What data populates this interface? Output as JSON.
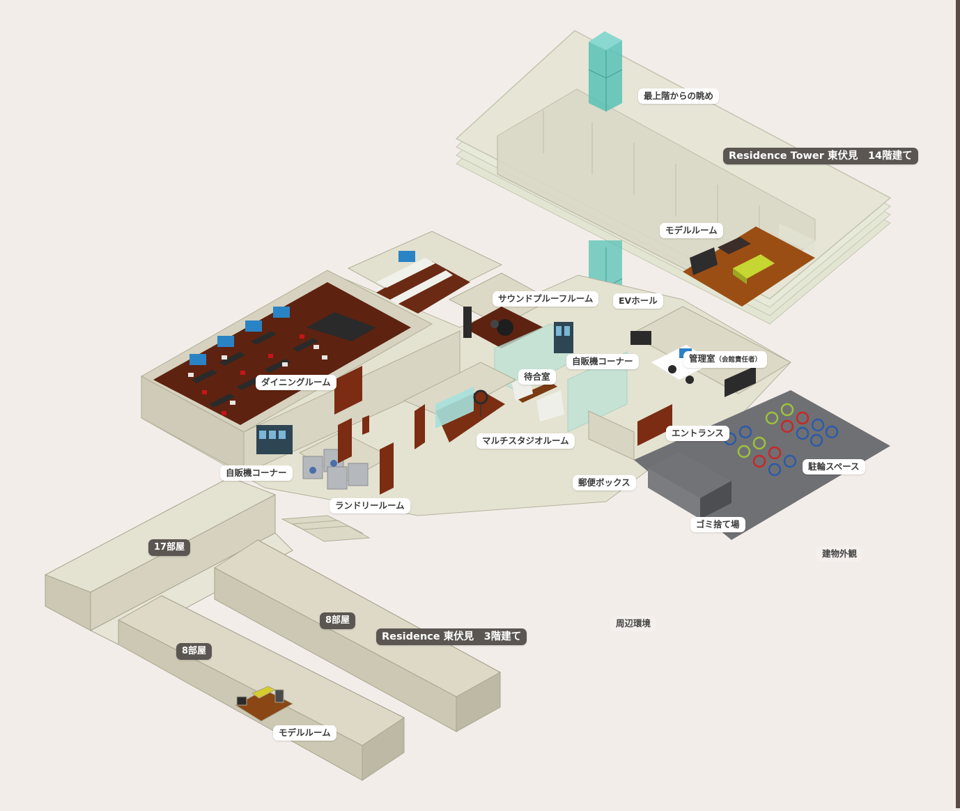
{
  "labels": {
    "top_view": "最上階からの眺め",
    "tower_name": "Residence Tower 東伏見　14階建て",
    "tower_model_room": "モデルルーム",
    "ev_hall": "EVホール",
    "soundproof_room": "サウンドプルーフルーム",
    "vending_corner_center": "自販機コーナー",
    "office": "管理室",
    "office_note": "（会館責任者）",
    "waiting_room": "待合室",
    "dining_room": "ダイニングルーム",
    "multi_studio": "マルチスタジオルーム",
    "entrance": "エントランス",
    "bicycle_parking": "駐輪スペース",
    "vending_corner_left": "自販機コーナー",
    "mailbox": "郵便ボックス",
    "laundry_room": "ランドリールーム",
    "garbage": "ゴミ捨て場",
    "exterior": "建物外観",
    "rooms_17": "17部屋",
    "rooms_8_right": "8部屋",
    "residence_name": "Residence 東伏見　3階建て",
    "rooms_8_left": "8部屋",
    "surroundings": "周辺環境",
    "residence_model_room": "モデルルーム"
  },
  "colors": {
    "background": "#f3edea",
    "wall": "#d8d4c3",
    "floor_wood": "#6b2a16",
    "glass": "#5fc0b5",
    "label_dark": "#5b5652",
    "parking_floor": "#6e6f72"
  }
}
